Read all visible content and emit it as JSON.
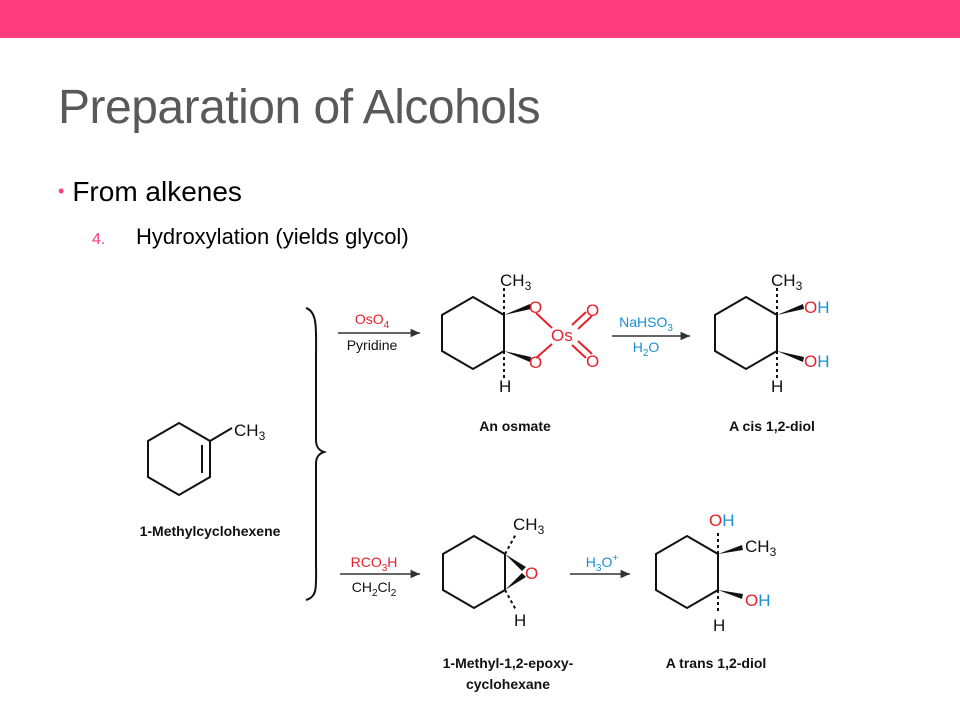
{
  "title": "Preparation of Alcohols",
  "bullet": "From alkenes",
  "sub_item": {
    "number": "4.",
    "text": "Hydroxylation (yields glycol)"
  },
  "colors": {
    "accent": "#ff3c7d",
    "red": "#e8202a",
    "blue": "#1a8fd8"
  },
  "scheme": {
    "start_label": "1-Methylcyclohexene",
    "start_substituent": "CH3",
    "top": {
      "reagent1": "OsO4",
      "reagent1_below": "Pyridine",
      "intermediate_label": "An osmate",
      "reagent2": "NaHSO3",
      "reagent2_below": "H2O",
      "product_label": "A cis 1,2-diol"
    },
    "bottom": {
      "reagent1": "RCO3H",
      "reagent1_below": "CH2Cl2",
      "intermediate_label_line1": "1-Methyl-1,2-epoxy-",
      "intermediate_label_line2": "cyclohexane",
      "reagent2": "H3O+",
      "product_label": "A trans 1,2-diol"
    },
    "atoms": {
      "ch3": "CH3",
      "h": "H",
      "o": "O",
      "os": "Os",
      "oh": "OH",
      "o_red": "O",
      "h_blue": "H"
    }
  }
}
